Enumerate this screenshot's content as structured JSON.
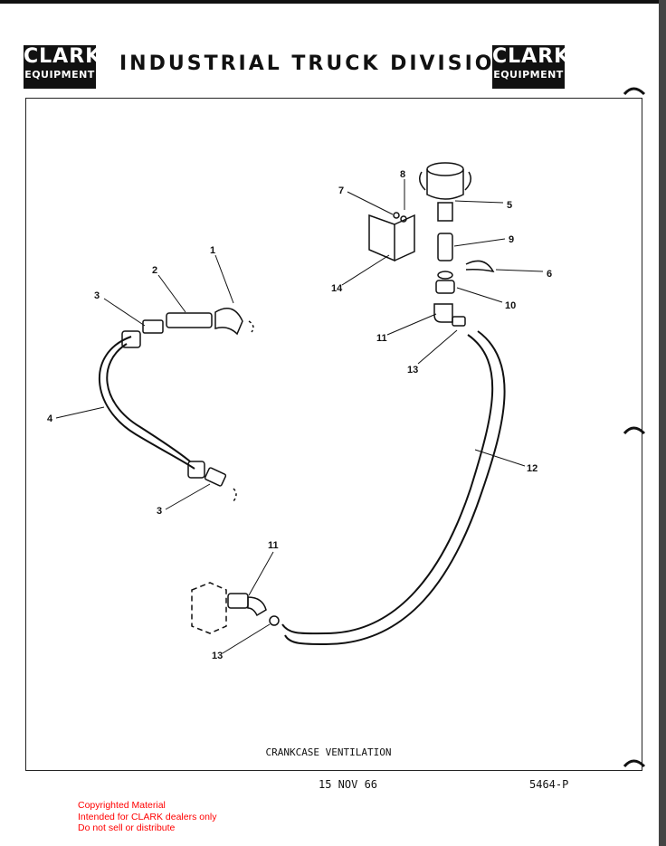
{
  "header": {
    "logo_left": {
      "line1": "CLARK",
      "line2": "EQUIPMENT"
    },
    "title": "INDUSTRIAL TRUCK DIVISION",
    "logo_right": {
      "line1": "CLARK",
      "line2": "EQUIPMENT"
    }
  },
  "figure": {
    "caption": "CRANKCASE VENTILATION",
    "callouts": [
      "1",
      "2",
      "3",
      "4",
      "3",
      "5",
      "6",
      "7",
      "8",
      "9",
      "10",
      "11",
      "12",
      "13",
      "14",
      "11",
      "13"
    ]
  },
  "footer": {
    "date": "15 NOV 66",
    "page_number": "5464-P",
    "notice": [
      "Copyrighted Material",
      "Intended for CLARK dealers only",
      "Do not sell or distribute"
    ],
    "notice_color": "#ff0000"
  }
}
